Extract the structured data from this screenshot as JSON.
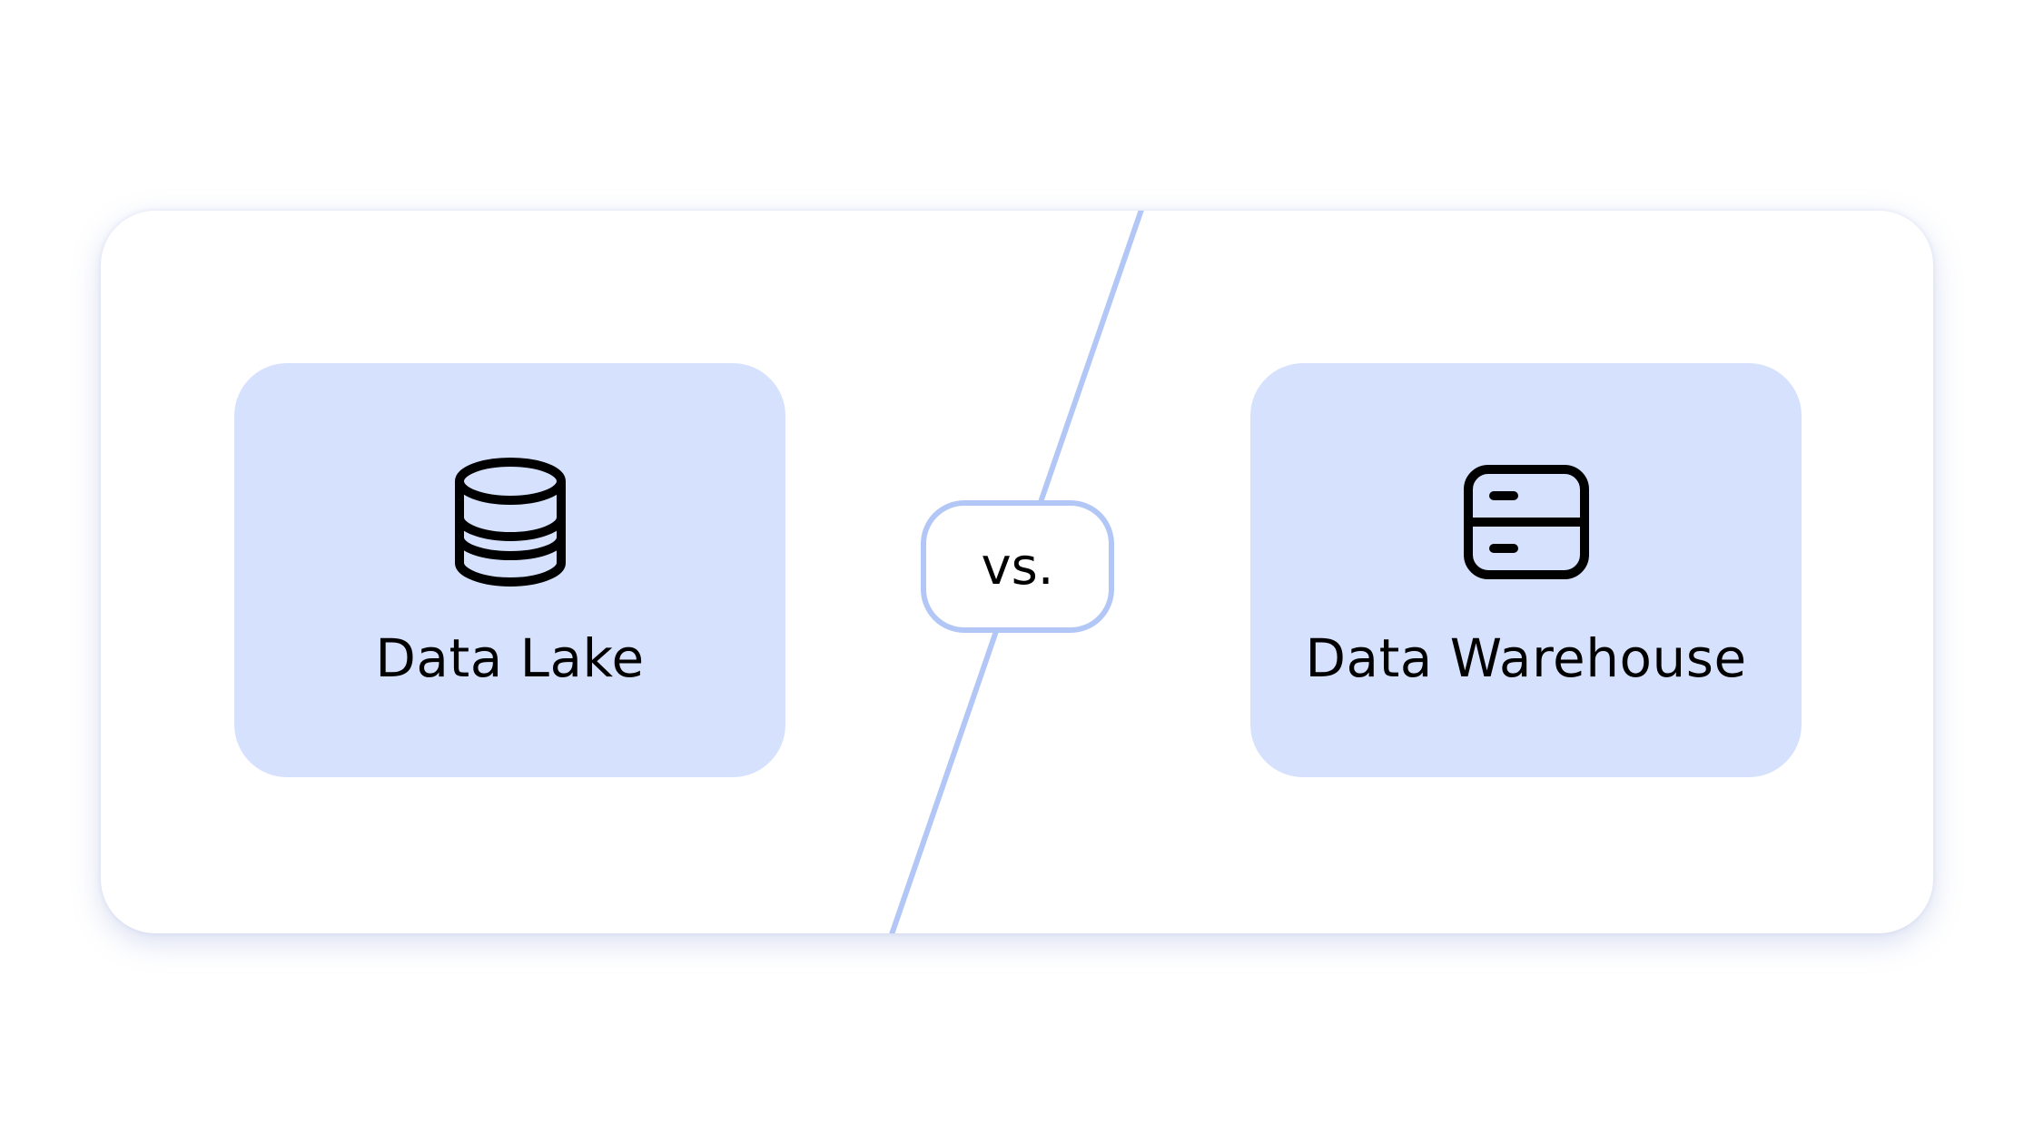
{
  "diagram": {
    "left": {
      "label": "Data Lake",
      "icon": "database-icon"
    },
    "right": {
      "label": "Data Warehouse",
      "icon": "server-drawers-icon"
    },
    "separator": {
      "label": "vs."
    },
    "colors": {
      "panel_fill": "#d6e2fd",
      "accent_line": "#b3c7f7",
      "icon_stroke": "#000000",
      "card_bg": "#ffffff"
    }
  }
}
